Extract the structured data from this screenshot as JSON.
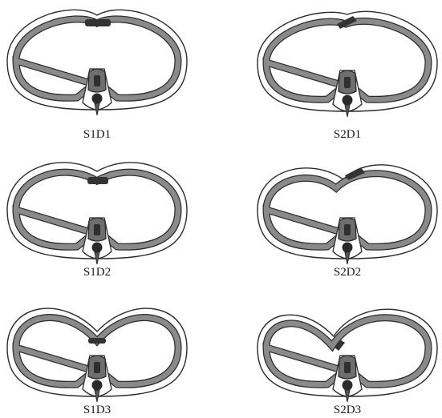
{
  "figure": {
    "panels": [
      {
        "label": "S1D1"
      },
      {
        "label": "S2D1"
      },
      {
        "label": "S1D2"
      },
      {
        "label": "S2D2"
      },
      {
        "label": "S1D3"
      },
      {
        "label": "S2D3"
      }
    ]
  },
  "colors": {
    "outline": "#2b2b2b",
    "wall_fill": "#8a8a8a",
    "defect_fill": "#333333",
    "spine_fill": "#6e6e6e",
    "spine_dark": "#222222",
    "background": "#ffffff"
  }
}
